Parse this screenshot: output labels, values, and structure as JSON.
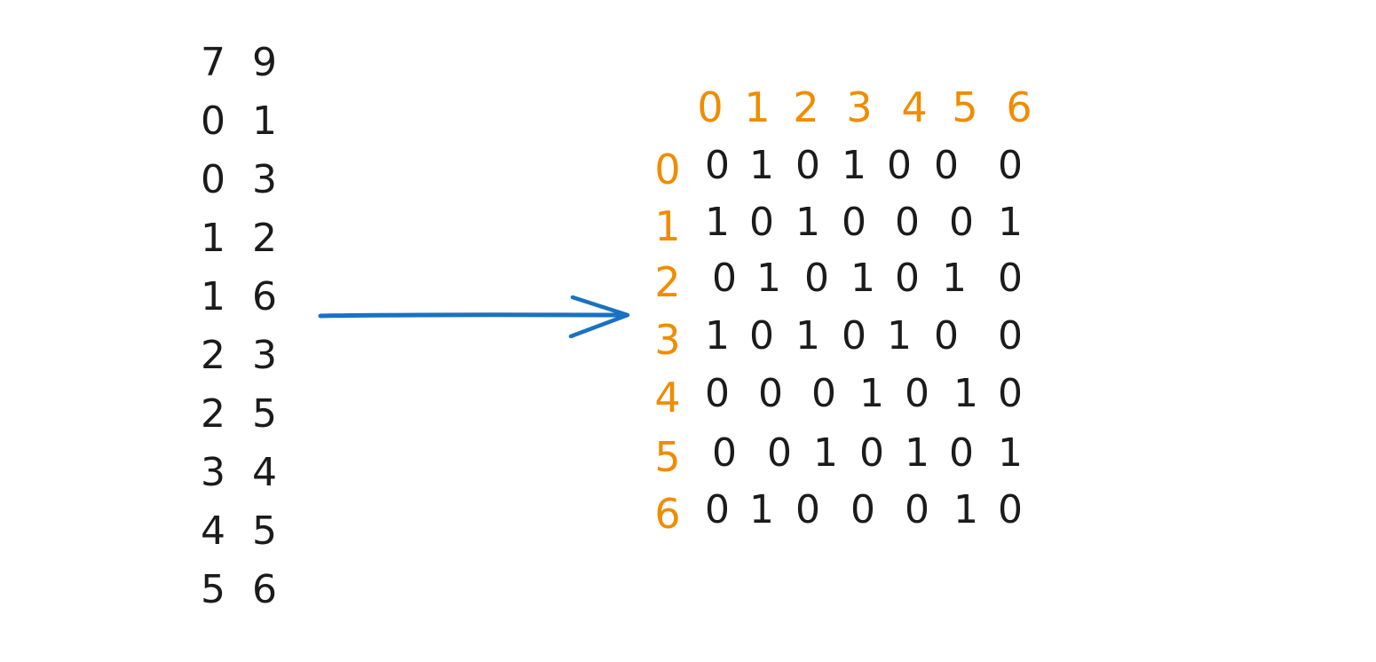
{
  "edge_list": {
    "header": [
      "7",
      "9"
    ],
    "edges": [
      [
        "0",
        "1"
      ],
      [
        "0",
        "3"
      ],
      [
        "1",
        "2"
      ],
      [
        "1",
        "6"
      ],
      [
        "2",
        "3"
      ],
      [
        "2",
        "5"
      ],
      [
        "3",
        "4"
      ],
      [
        "4",
        "5"
      ],
      [
        "5",
        "6"
      ]
    ]
  },
  "arrow": {
    "color": "#1971c2"
  },
  "matrix": {
    "column_labels": [
      "0",
      "1",
      "2",
      "3",
      "4",
      "5",
      "6"
    ],
    "row_labels": [
      "0",
      "1",
      "2",
      "3",
      "4",
      "5",
      "6"
    ],
    "rows": [
      [
        "0",
        "1",
        "0",
        "1",
        "0",
        "0",
        "0"
      ],
      [
        "1",
        "0",
        "1",
        "0",
        "0",
        "0",
        "1"
      ],
      [
        "0",
        "1",
        "0",
        "1",
        "0",
        "1",
        "0"
      ],
      [
        "1",
        "0",
        "1",
        "0",
        "1",
        "0",
        "0"
      ],
      [
        "0",
        "0",
        "0",
        "1",
        "0",
        "1",
        "0"
      ],
      [
        "0",
        "0",
        "1",
        "0",
        "1",
        "0",
        "1"
      ],
      [
        "0",
        "1",
        "0",
        "0",
        "0",
        "1",
        "0"
      ]
    ],
    "label_color": "#f08c00",
    "value_color": "#1b1b1b"
  }
}
